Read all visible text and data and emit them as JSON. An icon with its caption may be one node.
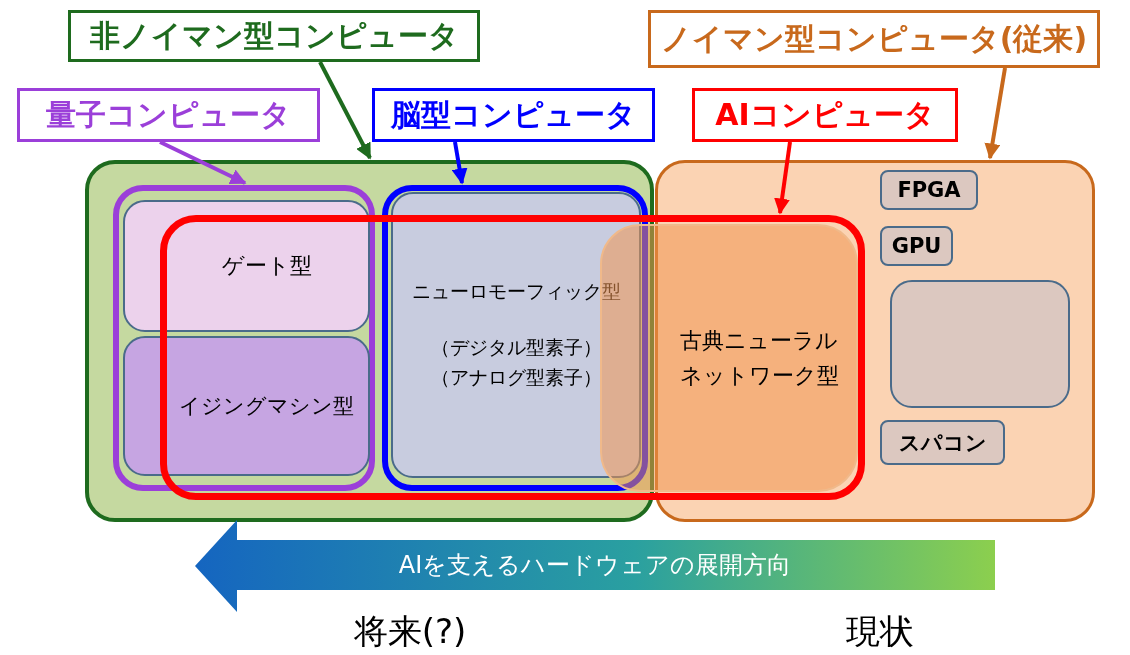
{
  "diagram": {
    "nodes": [
      {
        "text": [
          "非ノイマン型コンピュータ"
        ]
      },
      {
        "text": [
          "ノイマン型コンピュータ(従来)"
        ]
      },
      {
        "text": [
          "量子コンピュータ"
        ]
      },
      {
        "text": [
          "脳型コンピュータ"
        ]
      },
      {
        "text": [
          "AIコンピュータ"
        ]
      },
      {
        "text": [],
        "shape": "box"
      },
      {
        "text": [],
        "shape": "box"
      },
      {
        "text": [],
        "shape": "box",
        "in": 5
      },
      {
        "text": [],
        "shape": "box",
        "in": 5
      },
      {
        "text": [],
        "shape": "box"
      },
      {
        "text": [
          "ゲート型"
        ],
        "in": 7
      },
      {
        "text": [
          "イジングマシン型"
        ],
        "in": 7
      },
      {
        "text": [
          "ニューロモーフィック型",
          "（デジタル型素子）",
          "（アナログ型素子）"
        ],
        "in": 8
      },
      {
        "text": [
          "古典ニューラルネットワーク型"
        ],
        "in": 9
      },
      {
        "text": [
          "FPGA"
        ],
        "in": 6
      },
      {
        "text": [
          "GPU"
        ],
        "in": 6
      },
      {
        "text": [],
        "shape": "box",
        "in": 6
      },
      {
        "text": [
          "スパコン"
        ],
        "in": 6
      }
    ],
    "edges": [
      {
        "from": 0,
        "to": 5,
        "arrow": "to",
        "color": "#1e6b1e"
      },
      {
        "from": 1,
        "to": 6,
        "arrow": "to",
        "color": "#c8691c"
      },
      {
        "from": 2,
        "to": 7,
        "arrow": "to",
        "color": "#9b3fd9"
      },
      {
        "from": 3,
        "to": 8,
        "arrow": "to",
        "color": "#0000ff"
      },
      {
        "from": 4,
        "to": 9,
        "arrow": "to",
        "color": "#ff0000"
      }
    ],
    "labels": [
      "AIを支えるハードウェアの展開方向",
      "将来(?)",
      "現状"
    ]
  }
}
